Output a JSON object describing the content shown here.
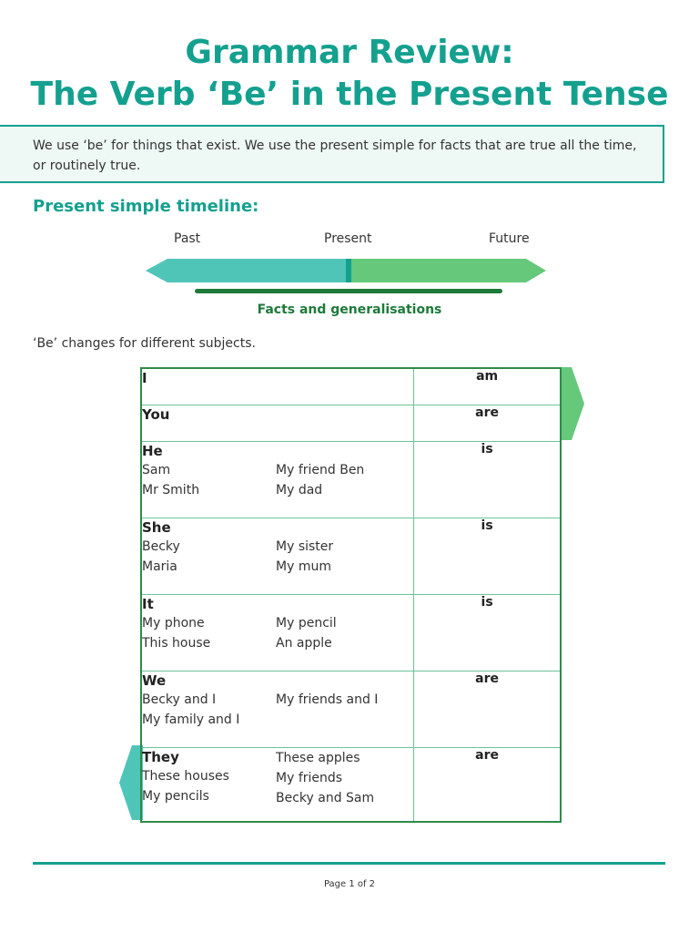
{
  "title": {
    "line1": "Grammar Review:",
    "line2": "The Verb ‘Be’ in the Present Tense"
  },
  "intro": "We use ‘be’ for things that exist. We use the present simple for facts that are true all the time, or routinely true.",
  "timeline": {
    "heading": "Present simple timeline:",
    "past": "Past",
    "present": "Present",
    "future": "Future",
    "caption": "Facts and generalisations",
    "colors": {
      "past": "#4fc5b8",
      "future": "#65c87a",
      "divider": "#14a08f",
      "bar": "#1e7a3a"
    }
  },
  "changes_text": "‘Be’ changes for different subjects.",
  "table": {
    "rows": [
      {
        "pronoun": "I",
        "col1": [],
        "col2": [],
        "verb": "am"
      },
      {
        "pronoun": "You",
        "col1": [],
        "col2": [],
        "verb": "are"
      },
      {
        "pronoun": "He",
        "col1": [
          "Sam",
          "Mr Smith"
        ],
        "col2": [
          "My friend Ben",
          "My dad"
        ],
        "verb": "is"
      },
      {
        "pronoun": "She",
        "col1": [
          "Becky",
          "Maria"
        ],
        "col2": [
          "My sister",
          "My mum"
        ],
        "verb": "is"
      },
      {
        "pronoun": "It",
        "col1": [
          "My phone",
          "This house"
        ],
        "col2": [
          "My pencil",
          "An apple"
        ],
        "verb": "is"
      },
      {
        "pronoun": "We",
        "col1": [
          "Becky and I",
          "My family and I"
        ],
        "col2": [
          "My friends and I"
        ],
        "verb": "are"
      },
      {
        "pronoun": "They",
        "col1": [
          "These houses",
          "My pencils"
        ],
        "col2": [
          "These apples",
          "My friends",
          "Becky and Sam"
        ],
        "verb": "are"
      }
    ]
  },
  "footer": {
    "page": "Page 1 of 2"
  }
}
